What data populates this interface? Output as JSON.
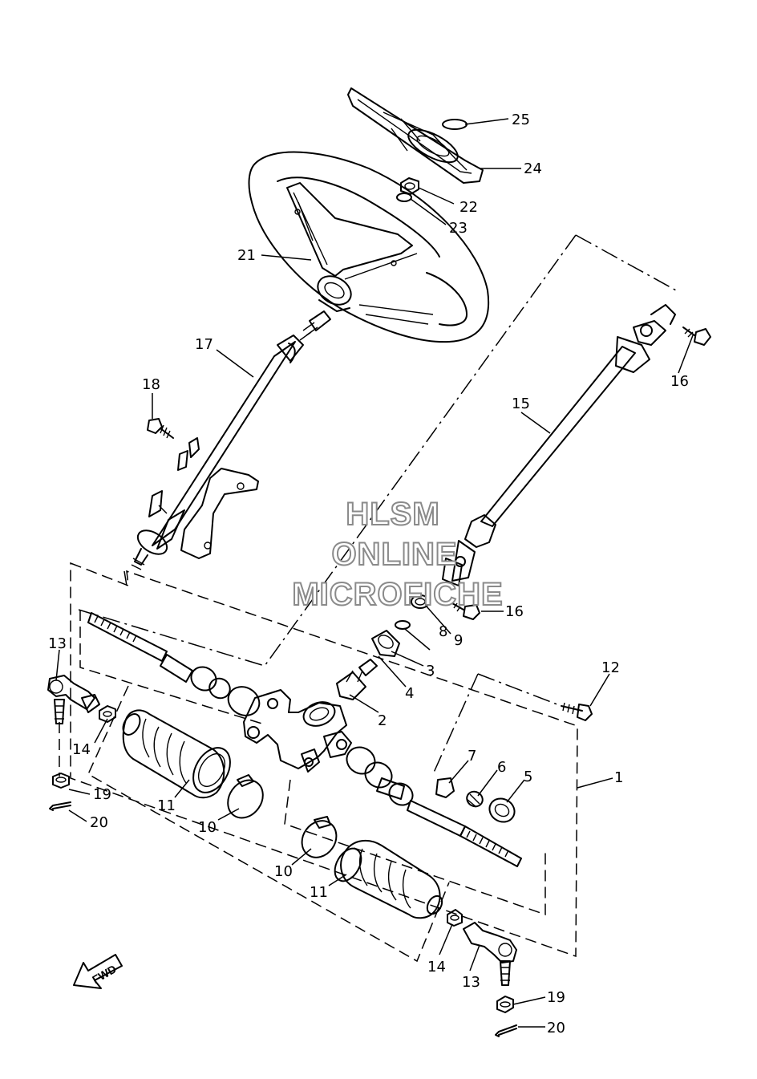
{
  "watermark": {
    "line1": "HLSM",
    "line2": "ONLINE",
    "line3": "MICROFICHE"
  },
  "direction_badge": "FWD",
  "callouts": {
    "c25": "25",
    "c24": "24",
    "c22": "22",
    "c23": "23",
    "c21": "21",
    "c17": "17",
    "c18": "18",
    "c16a": "16",
    "c15": "15",
    "c16b": "16",
    "c9": "9",
    "c8": "8",
    "c3": "3",
    "c4": "4",
    "c2": "2",
    "c12": "12",
    "c1": "1",
    "c7": "7",
    "c6": "6",
    "c5": "5",
    "c13a": "13",
    "c14a": "14",
    "c19a": "19",
    "c20a": "20",
    "c11a": "11",
    "c10a": "10",
    "c10b": "10",
    "c11b": "11",
    "c14b": "14",
    "c13b": "13",
    "c19b": "19",
    "c20b": "20"
  }
}
